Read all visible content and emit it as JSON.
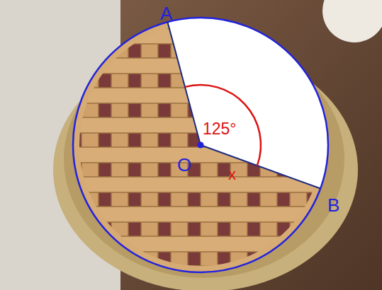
{
  "diagram": {
    "labels": [
      "A",
      "B",
      "O",
      "125°",
      "x"
    ]
  }
}
